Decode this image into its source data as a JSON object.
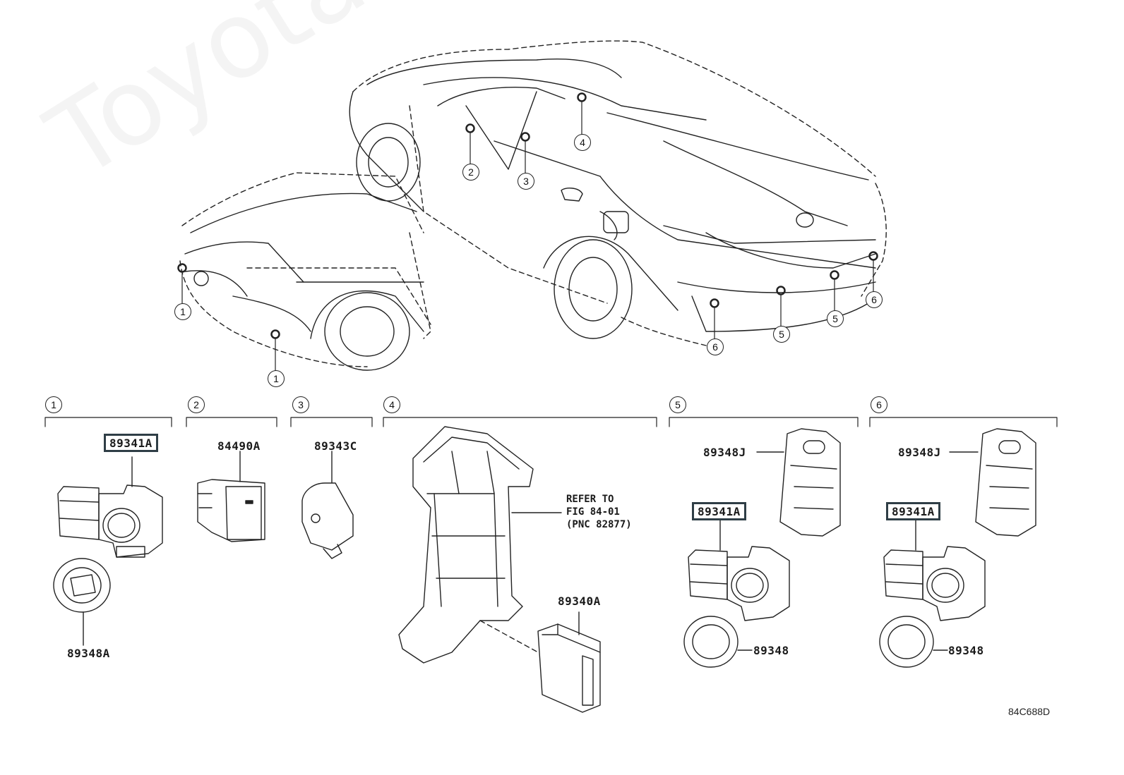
{
  "watermark": "ToyotaCarMe.ru",
  "drawing_code": "84C688D",
  "callouts": [
    "1",
    "2",
    "3",
    "4",
    "5",
    "6"
  ],
  "parts": {
    "p89341A": "89341A",
    "p84490A": "84490A",
    "p89343C": "89343C",
    "p89348A": "89348A",
    "p89340A": "89340A",
    "p89348J": "89348J",
    "p89348": "89348"
  },
  "refer_note": "REFER TO\nFIG 84-01\n(PNC 82877)"
}
